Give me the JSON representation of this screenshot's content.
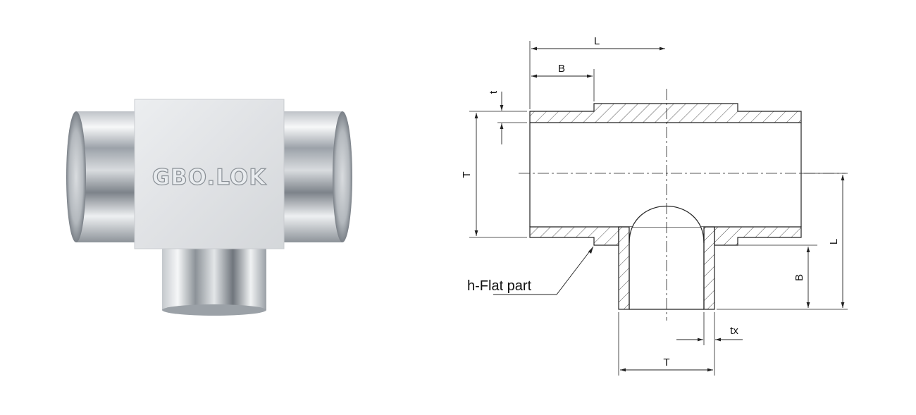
{
  "product_photo": {
    "brand_logo_text": "GBO.LOK",
    "body_color": "#e2e4e7",
    "pipe_highlight": "#fafbfc",
    "pipe_shadow": "#6f757c"
  },
  "drawing": {
    "dimensions": {
      "run_half_length": "L",
      "run_socket_depth": "B",
      "wall_thickness": "t",
      "run_diameter": "T",
      "branch_length": "L",
      "branch_socket_depth": "B",
      "branch_wall_thickness": "tx",
      "branch_diameter": "T"
    },
    "callout": "h-Flat part",
    "line_color": "#222222",
    "hatch_color": "#555555"
  }
}
